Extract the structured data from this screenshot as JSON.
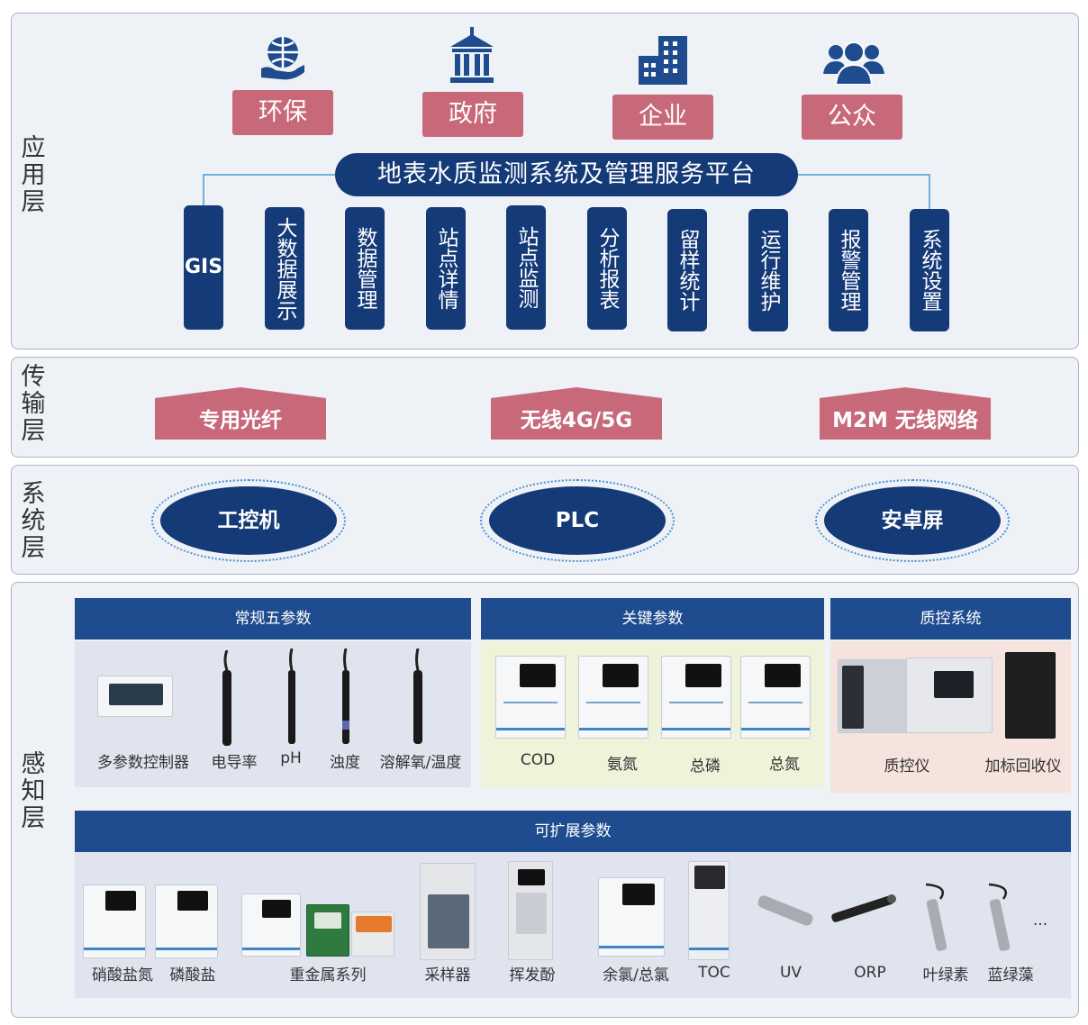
{
  "layers": {
    "application": "应用层",
    "transmission": "传输层",
    "system": "系统层",
    "perception": "感知层"
  },
  "stakeholders": [
    {
      "label": "环保",
      "icon": "globe-hand-icon"
    },
    {
      "label": "政府",
      "icon": "government-building-icon"
    },
    {
      "label": "企业",
      "icon": "office-building-icon"
    },
    {
      "label": "公众",
      "icon": "people-icon"
    }
  ],
  "platform": "地表水质监测系统及管理服务平台",
  "modules": [
    "GIS",
    "大数据展示",
    "数据管理",
    "站点详情",
    "站点监测",
    "分析报表",
    "留样统计",
    "运行维护",
    "报警管理",
    "系统设置"
  ],
  "transmission": [
    "专用光纤",
    "无线4G/5G",
    "M2M 无线网络"
  ],
  "system": [
    "工控机",
    "PLC",
    "安卓屏"
  ],
  "perception": {
    "routine": {
      "title": "常规五参数",
      "items": [
        "多参数控制器",
        "电导率",
        "pH",
        "浊度",
        "溶解氧/温度"
      ]
    },
    "key": {
      "title": "关键参数",
      "items": [
        "COD",
        "氨氮",
        "总磷",
        "总氮"
      ]
    },
    "qc": {
      "title": "质控系统",
      "items": [
        "质控仪",
        "加标回收仪"
      ]
    },
    "expand": {
      "title": "可扩展参数",
      "items": [
        "硝酸盐氮",
        "磷酸盐",
        "重金属系列",
        "采样器",
        "挥发酚",
        "余氯/总氯",
        "TOC",
        "UV",
        "ORP",
        "叶绿素",
        "蓝绿藻"
      ],
      "more": "..."
    }
  },
  "colors": {
    "navy": "#143a78",
    "pink": "#c8697a",
    "header_blue": "#1e4c8f",
    "routine_bg": "#dfe4ef",
    "key_bg": "#eef3d9",
    "qc_bg": "#f5e3dd"
  }
}
